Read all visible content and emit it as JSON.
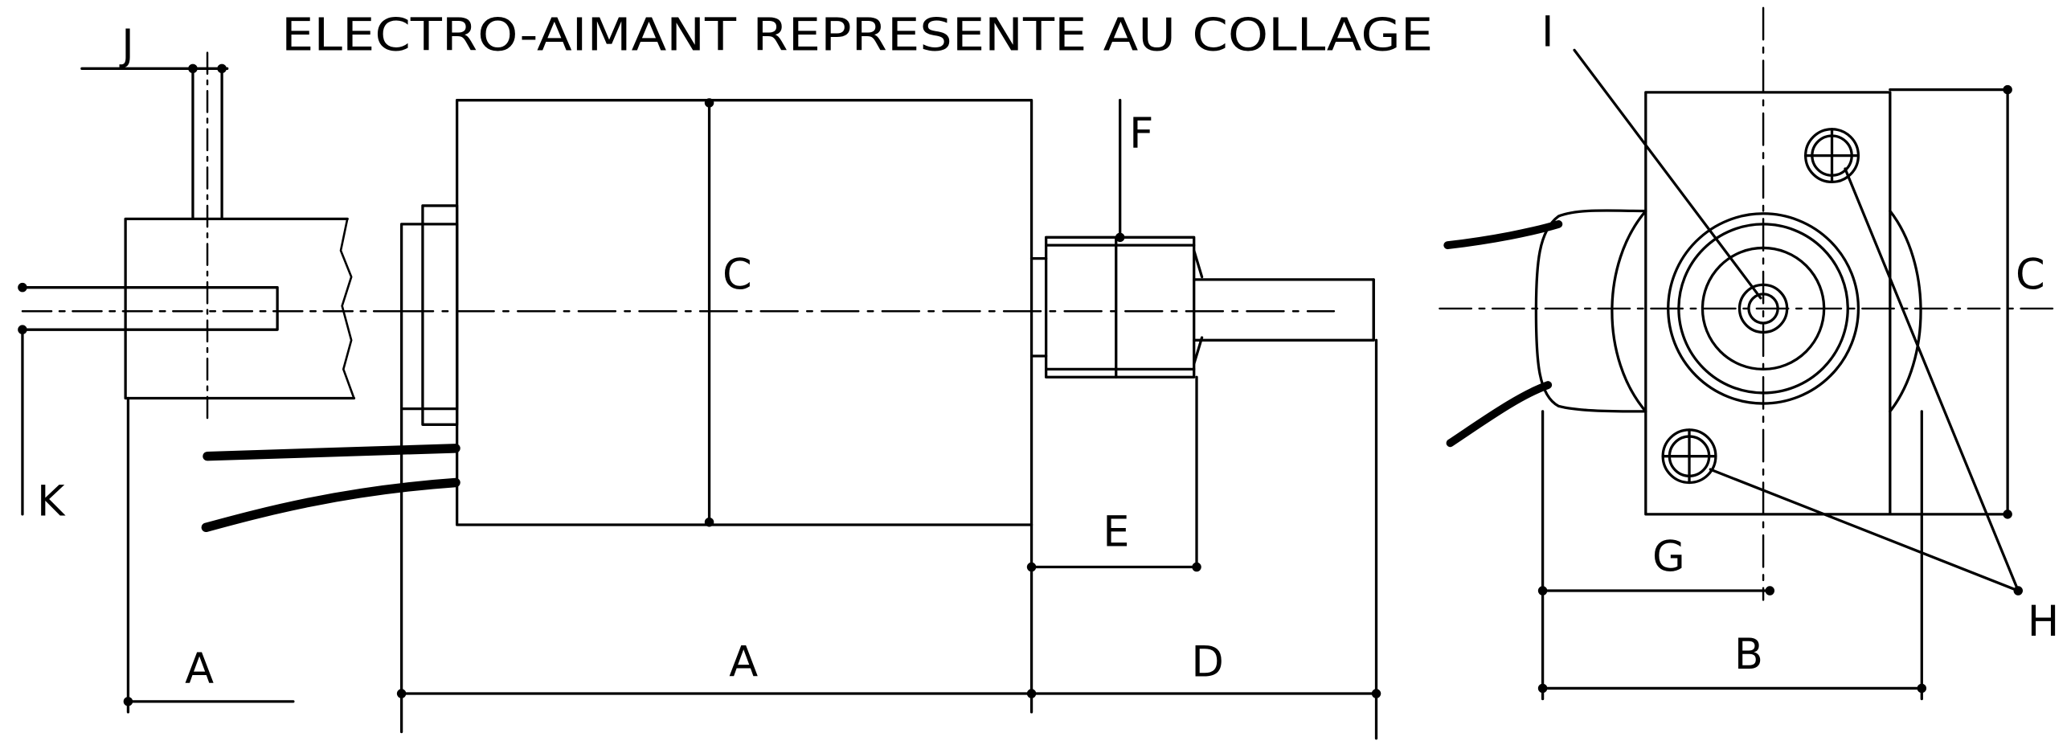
{
  "title": "ELECTRO-AIMANT REPRESENTE AU COLLAGE",
  "labels": {
    "j": "J",
    "k": "K",
    "a_left": "A",
    "a_body": "A",
    "c_body": "C",
    "f": "F",
    "e": "E",
    "d": "D",
    "i": "I",
    "c_right": "C",
    "g": "G",
    "b": "B",
    "h": "H"
  },
  "colors": {
    "ink": "#000000",
    "paper": "#ffffff"
  }
}
